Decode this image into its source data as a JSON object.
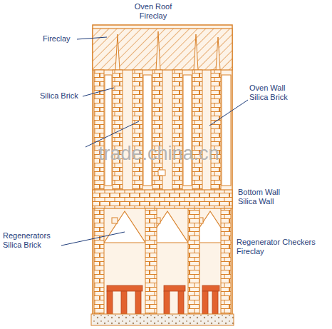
{
  "diagram": {
    "labels": [
      "Oven Roof Fireclay",
      "Fireclay",
      "Silica Brick",
      "Oven Wall Silica Brick",
      "Bottom Wall Silica Wall",
      "Regenerators Silica Brick",
      "Regenerator Checkers Fireclay",
      "trade.china.cn"
    ]
  }
}
